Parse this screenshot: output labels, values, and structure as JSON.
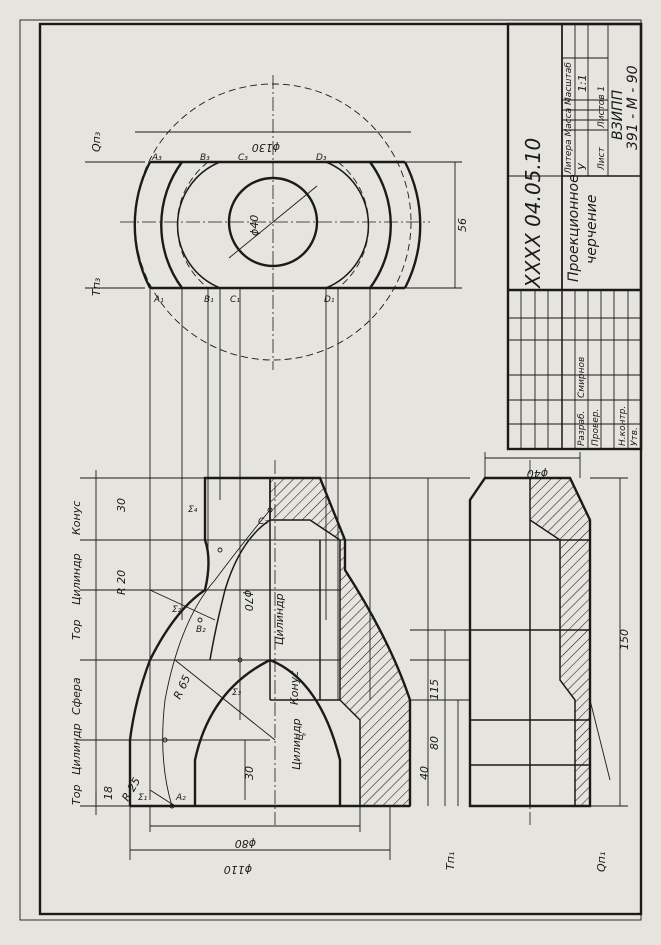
{
  "drawing": {
    "labels": {
      "tor_top": "Тор",
      "cylinder_left": "Цилиндр",
      "sphere": "Сфера",
      "tor_mid": "Тор",
      "cylinder_mid": "Цилиндр",
      "cone": "Конус",
      "cylinder_inner": "Цилиндр",
      "cylinder_inner2": "Цилиндр",
      "cone_inner": "Конус"
    },
    "dimensions": {
      "d110": "ϕ110",
      "d80": "ϕ80",
      "d70": "ϕ70",
      "d40": "ϕ40",
      "d40_small": "ϕ40",
      "d130": "ϕ130",
      "len150": "150",
      "len115": "115",
      "len80": "80",
      "len40": "40",
      "len30a": "30",
      "len30b": "30",
      "len18": "18",
      "len56": "56",
      "r25": "R 25",
      "r65": "R 65",
      "r20": "R 20"
    },
    "points": {
      "a1": "A₁",
      "a2": "A₂",
      "a3": "A₃",
      "b1": "B₁",
      "b2": "B₂",
      "b3": "B₃",
      "c1": "C₁",
      "c2": "C₂",
      "c3": "C₃",
      "d1": "D₁",
      "d2": "d'",
      "d3": "D₃",
      "s1": "Σ₁",
      "s2": "Σ₂",
      "s3": "Σ₃",
      "s4": "Σ₄",
      "t_pi1": "Tп₁",
      "t_pi3": "Tп₃",
      "q_pi1": "Qп₁",
      "q_pi3": "Qп₃"
    }
  },
  "title_block": {
    "code": "XXXX 04.05.10",
    "name_line1": "Проекционное",
    "name_line2": "черчение",
    "role_developed": "Разраб.",
    "person_developed": "Смирнов",
    "role_checked": "Провер.",
    "role_norm": "Н.контр.",
    "role_approved": "Утв.",
    "lit_header": "Литера Масса Масштаб",
    "lit_value": "У",
    "scale_value": "1:1",
    "sheet_label": "Лист",
    "sheets_label": "Листов 1",
    "org_line1": "ВЗИПП",
    "org_line2": "391 - М - 90"
  }
}
